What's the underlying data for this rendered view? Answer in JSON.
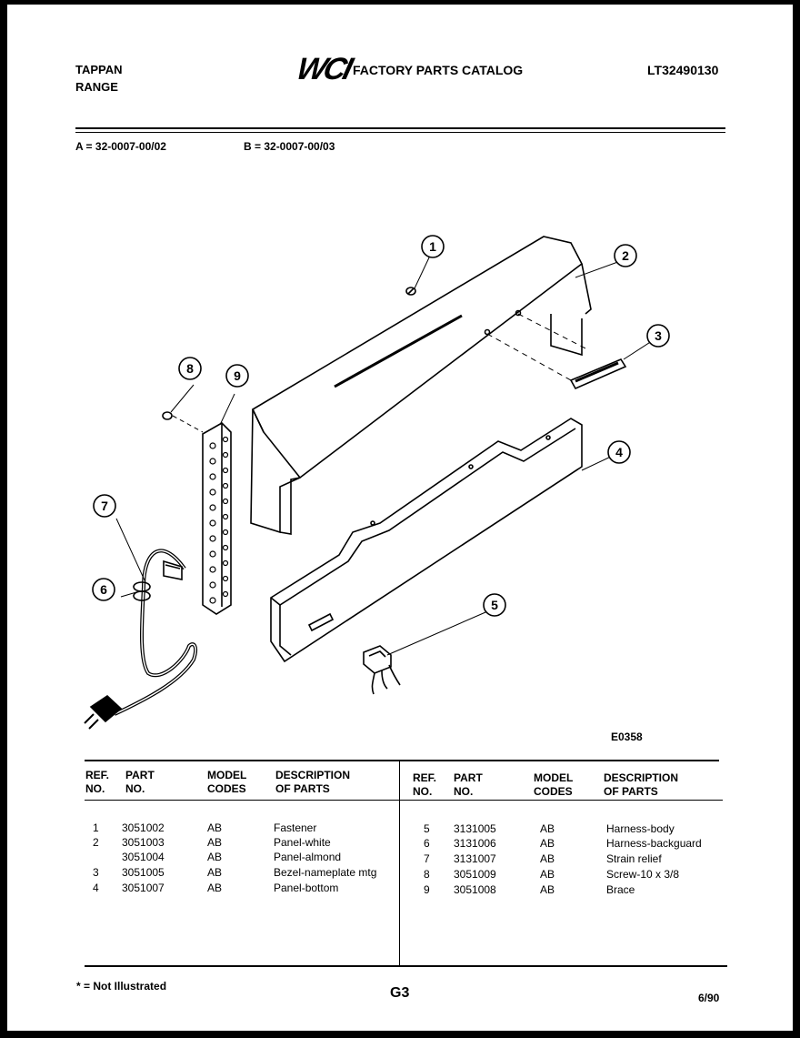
{
  "header": {
    "brand_line1": "TAPPAN",
    "brand_line2": "RANGE",
    "logo": "WCI",
    "catalog_title": "FACTORY PARTS CATALOG",
    "catalog_code": "LT32490130"
  },
  "models": {
    "a": "A = 32-0007-00/02",
    "b": "B = 32-0007-00/03"
  },
  "diagram": {
    "callouts": [
      "1",
      "2",
      "3",
      "4",
      "5",
      "6",
      "7",
      "8",
      "9"
    ],
    "figure_code": "E0358"
  },
  "table": {
    "headers": {
      "ref1": "REF.",
      "ref2": "NO.",
      "part1": "PART",
      "part2": "NO.",
      "model1": "MODEL",
      "model2": "CODES",
      "desc1": "DESCRIPTION",
      "desc2": "OF PARTS"
    },
    "left_rows": [
      {
        "ref": "1",
        "part": "3051002",
        "codes": "AB",
        "desc": "Fastener"
      },
      {
        "ref": "2",
        "part": "3051003",
        "codes": "AB",
        "desc": "Panel-white"
      },
      {
        "ref": "",
        "part": "3051004",
        "codes": "AB",
        "desc": "Panel-almond"
      },
      {
        "ref": "3",
        "part": "3051005",
        "codes": "AB",
        "desc": "Bezel-nameplate mtg"
      },
      {
        "ref": "4",
        "part": "3051007",
        "codes": "AB",
        "desc": "Panel-bottom"
      }
    ],
    "right_rows": [
      {
        "ref": "5",
        "part": "3131005",
        "codes": "AB",
        "desc": "Harness-body"
      },
      {
        "ref": "6",
        "part": "3131006",
        "codes": "AB",
        "desc": "Harness-backguard"
      },
      {
        "ref": "7",
        "part": "3131007",
        "codes": "AB",
        "desc": "Strain relief"
      },
      {
        "ref": "8",
        "part": "3051009",
        "codes": "AB",
        "desc": "Screw-10 x 3/8"
      },
      {
        "ref": "9",
        "part": "3051008",
        "codes": "AB",
        "desc": "Brace"
      }
    ]
  },
  "footer": {
    "note": "* = Not Illustrated",
    "page": "G3",
    "date": "6/90"
  }
}
